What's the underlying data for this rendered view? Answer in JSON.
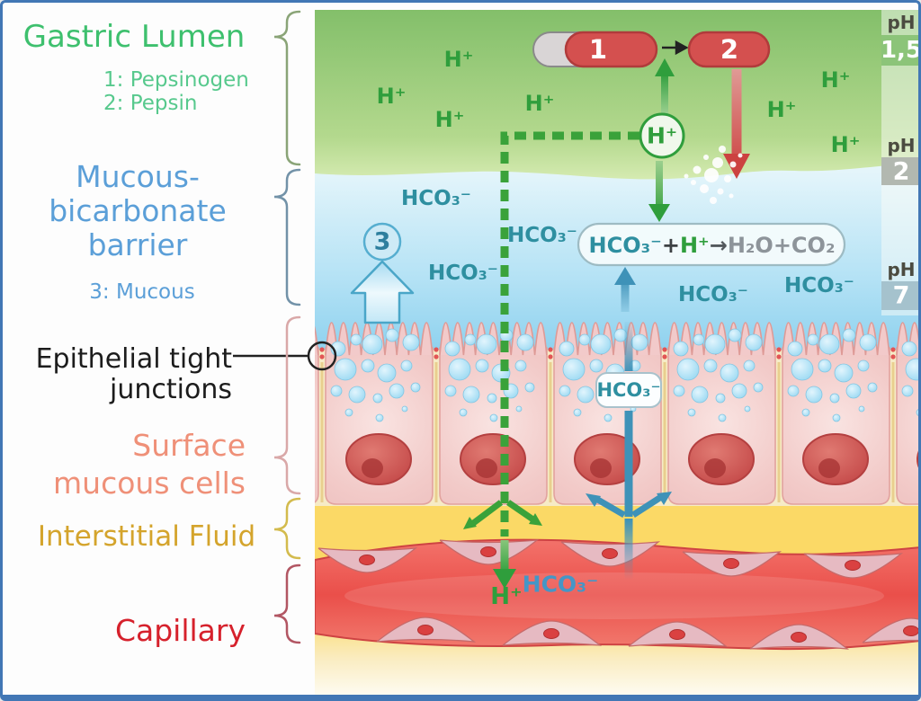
{
  "left_panel": {
    "gastric_lumen_label": "Gastric Lumen",
    "legend_pepsinogen": "1: Pepsinogen",
    "legend_pepsin": "2: Pepsin",
    "mucous_line1": "Mucous-",
    "mucous_line2": "bicarbonate",
    "mucous_line3": "barrier",
    "legend_mucous": "3: Mucous",
    "tight_junctions_line1": "Epithelial tight",
    "tight_junctions_line2": "junctions",
    "surface_line1": "Surface",
    "surface_line2": "mucous cells",
    "interstitial_label": "Interstitial Fluid",
    "capillary_label": "Capillary"
  },
  "diagram": {
    "lumen_ions": [
      "H⁺",
      "H⁺",
      "H⁺",
      "H⁺",
      "H⁺",
      "H⁺",
      "H⁺"
    ],
    "pepsinogen_number": "1",
    "pepsin_number": "2",
    "h_circle_label": "H⁺",
    "mucous_circle_label": "3",
    "barrier_ions": [
      "HCO₃⁻",
      "HCO₃⁻",
      "HCO₃⁻",
      "HCO₃⁻",
      "HCO₃⁻"
    ],
    "cell_channel_label": "HCO₃⁻",
    "reaction": {
      "hco3": "HCO₃⁻",
      "plus1": "+",
      "h": "H⁺",
      "arrow": "→",
      "h2o": "H₂O",
      "plus2": "+",
      "co2": "CO₂"
    },
    "capillary_h_ion": "H⁺",
    "capillary_hco3_ion": "HCO₃⁻",
    "ph_scale": [
      {
        "label": "pH",
        "value": "1,5"
      },
      {
        "label": "pH",
        "value": "2"
      },
      {
        "label": "pH",
        "value": "7"
      }
    ]
  },
  "colors": {
    "lumen_text_green": "#2f9e3c",
    "bicarbonate_teal": "#2e8fa0",
    "capillary_hco3_blue": "#4596c6",
    "gastric_label_green": "#3ec06e",
    "legend_green": "#57c98d",
    "barrier_label_blue": "#5b9fd8",
    "surface_label_salmon": "#ef9078",
    "interstitial_label_gold": "#d4a42c",
    "capillary_label_red": "#d6212c",
    "ph_box_acid": "#8cc479",
    "ph_box_mid": "#b2b8b0",
    "ph_box_neutral": "#a5c2cd",
    "border_blue": "#4277b5"
  }
}
